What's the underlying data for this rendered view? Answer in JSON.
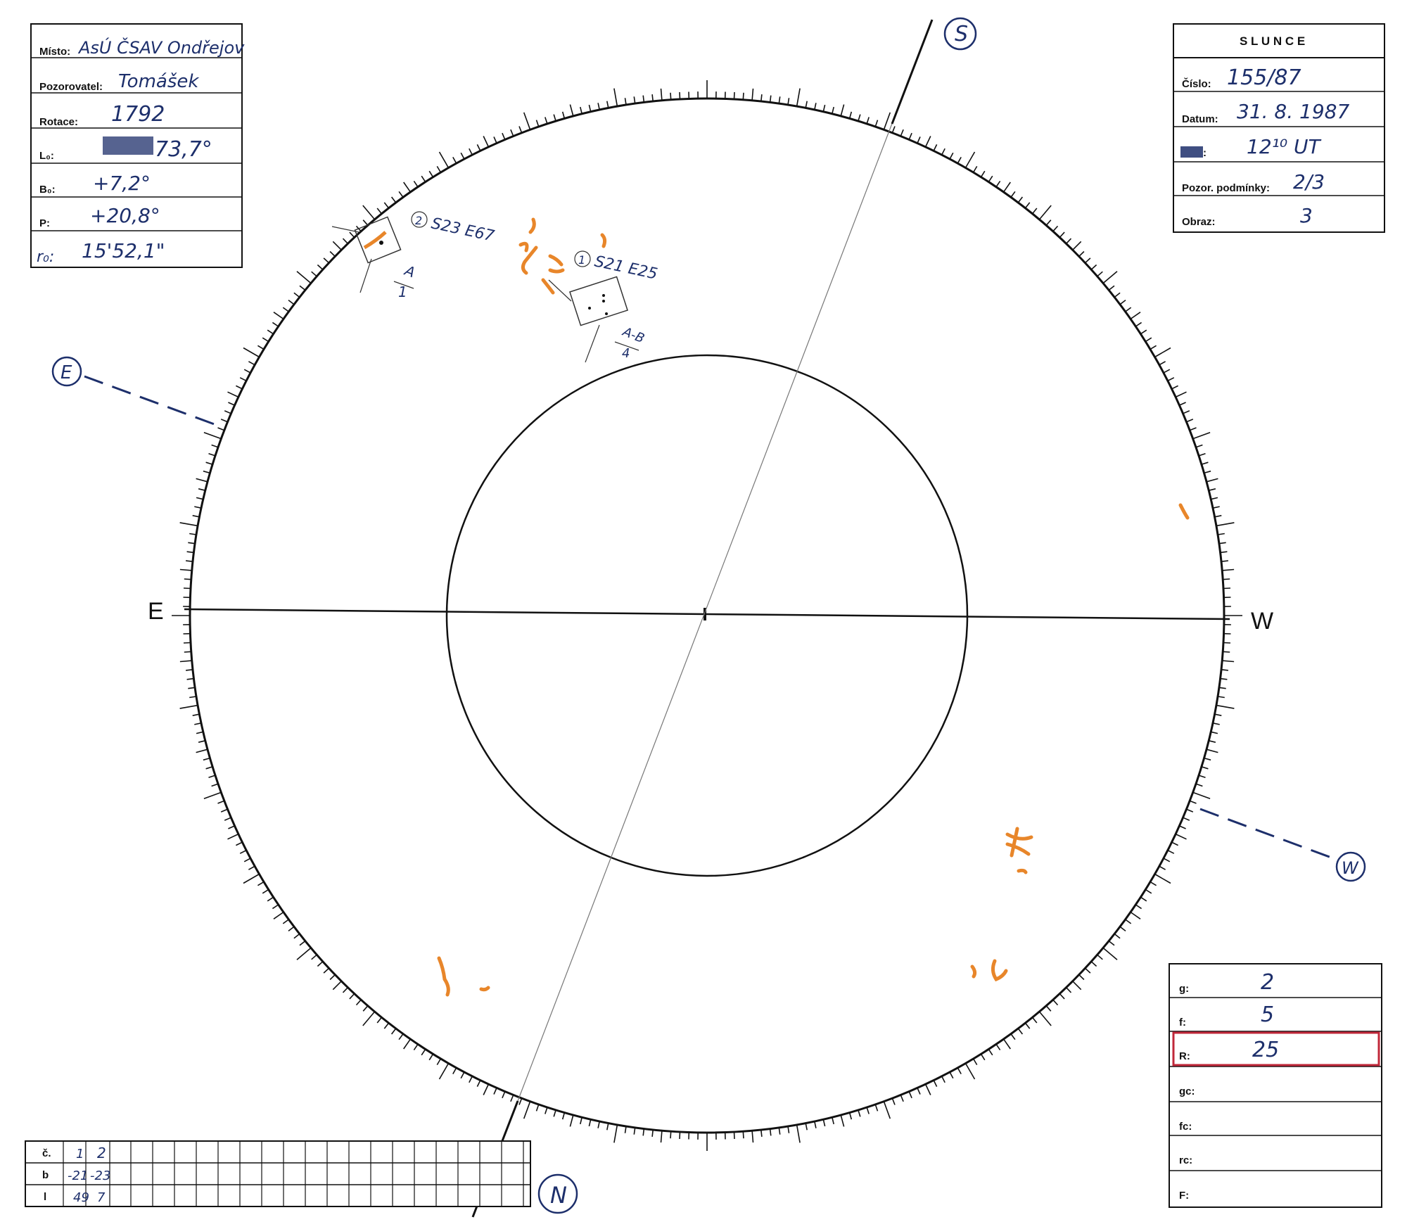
{
  "info_box": {
    "misto_label": "Místo:",
    "misto_value": "AsÚ ČSAV Ondřejov",
    "pozorovatel_label": "Pozorovatel:",
    "pozorovatel_value": "Tomášek",
    "rotace_label": "Rotace:",
    "rotace_value": "1792",
    "l0_label": "L₀:",
    "l0_value": "73,7°",
    "b0_label": "B₀:",
    "b0_value": "+7,2°",
    "p_label": "P:",
    "p_value": "+20,8°",
    "r0_label": "r₀:",
    "r0_value": "15'52,1\""
  },
  "slunce_box": {
    "title": "S L U N C E",
    "cislo_label": "Číslo:",
    "cislo_value": "155/87",
    "datum_label": "Datum:",
    "datum_value": "31. 8. 1987",
    "cas_label": ":",
    "cas_value": "12¹⁰ UT",
    "podminky_label": "Pozor. podmínky:",
    "podminky_value": "2/3",
    "obraz_label": "Obraz:",
    "obraz_value": "3"
  },
  "counts_box": {
    "g_label": "g:",
    "g_value": "2",
    "f_label": "f:",
    "f_value": "5",
    "r_label": "R:",
    "r_value": "25",
    "gc_label": "gc:",
    "fc_label": "fc:",
    "rc_label": "rc:",
    "F_label": "F:",
    "highlight_color": "#c0283a"
  },
  "groups_table": {
    "row_labels": [
      "č.",
      "b",
      "l"
    ],
    "rows": [
      [
        "1",
        "2"
      ],
      [
        "-21",
        "-23"
      ],
      [
        "49",
        "7"
      ]
    ]
  },
  "disk": {
    "east_label": "E",
    "west_label": "W",
    "south_marker": "S",
    "north_marker": "N",
    "east_marker": "E",
    "west_marker": "W"
  },
  "groups": [
    {
      "number": "1",
      "position": "S21 E25",
      "class": "A-B",
      "count": "4"
    },
    {
      "number": "2",
      "position": "S23 E67",
      "class": "A",
      "count": "1"
    }
  ],
  "colors": {
    "ink": "#1d2f6b",
    "facula": "#e8862a",
    "line": "#111111"
  }
}
